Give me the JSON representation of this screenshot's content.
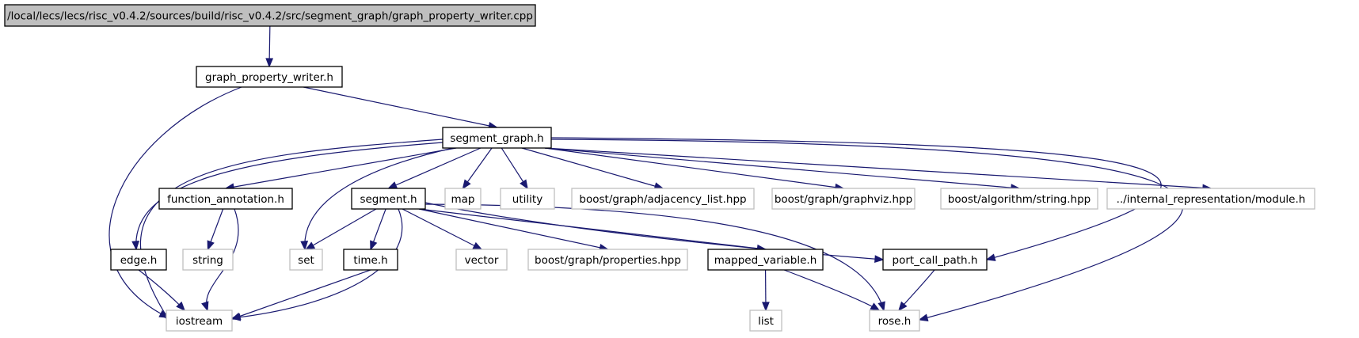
{
  "colors": {
    "edge": "#191970",
    "node_border": "#000000",
    "node_border_external": "#bfbfbf",
    "root_fill": "#bfbfbf",
    "node_fill": "#ffffff"
  },
  "nodes": [
    {
      "id": "root",
      "label": "/local/lecs/lecs/risc_v0.4.2/sources/build/risc_v0.4.2/src/segment_graph/graph_property_writer.cpp",
      "kind": "root"
    },
    {
      "id": "gpw_h",
      "label": "graph_property_writer.h",
      "kind": "file"
    },
    {
      "id": "segment_graph_h",
      "label": "segment_graph.h",
      "kind": "file"
    },
    {
      "id": "function_annotation_h",
      "label": "function_annotation.h",
      "kind": "file"
    },
    {
      "id": "segment_h",
      "label": "segment.h",
      "kind": "file"
    },
    {
      "id": "map",
      "label": "map",
      "kind": "external"
    },
    {
      "id": "utility",
      "label": "utility",
      "kind": "external"
    },
    {
      "id": "adjacency",
      "label": "boost/graph/adjacency_list.hpp",
      "kind": "external"
    },
    {
      "id": "graphviz",
      "label": "boost/graph/graphviz.hpp",
      "kind": "external"
    },
    {
      "id": "string_hpp",
      "label": "boost/algorithm/string.hpp",
      "kind": "external"
    },
    {
      "id": "module_h",
      "label": "../internal_representation/module.h",
      "kind": "external"
    },
    {
      "id": "edge_h",
      "label": "edge.h",
      "kind": "file"
    },
    {
      "id": "string",
      "label": "string",
      "kind": "external"
    },
    {
      "id": "set",
      "label": "set",
      "kind": "external"
    },
    {
      "id": "time_h",
      "label": "time.h",
      "kind": "file"
    },
    {
      "id": "vector",
      "label": "vector",
      "kind": "external"
    },
    {
      "id": "properties",
      "label": "boost/graph/properties.hpp",
      "kind": "external"
    },
    {
      "id": "mapped_variable_h",
      "label": "mapped_variable.h",
      "kind": "file"
    },
    {
      "id": "port_call_path_h",
      "label": "port_call_path.h",
      "kind": "file"
    },
    {
      "id": "iostream",
      "label": "iostream",
      "kind": "external"
    },
    {
      "id": "list",
      "label": "list",
      "kind": "external"
    },
    {
      "id": "rose_h",
      "label": "rose.h",
      "kind": "external"
    }
  ],
  "edges": [
    {
      "from": "root",
      "to": "gpw_h"
    },
    {
      "from": "gpw_h",
      "to": "segment_graph_h"
    },
    {
      "from": "gpw_h",
      "to": "iostream"
    },
    {
      "from": "segment_graph_h",
      "to": "function_annotation_h"
    },
    {
      "from": "segment_graph_h",
      "to": "segment_h"
    },
    {
      "from": "segment_graph_h",
      "to": "map"
    },
    {
      "from": "segment_graph_h",
      "to": "utility"
    },
    {
      "from": "segment_graph_h",
      "to": "adjacency"
    },
    {
      "from": "segment_graph_h",
      "to": "graphviz"
    },
    {
      "from": "segment_graph_h",
      "to": "string_hpp"
    },
    {
      "from": "segment_graph_h",
      "to": "module_h"
    },
    {
      "from": "segment_graph_h",
      "to": "edge_h"
    },
    {
      "from": "segment_graph_h",
      "to": "set"
    },
    {
      "from": "segment_graph_h",
      "to": "iostream"
    },
    {
      "from": "segment_graph_h",
      "to": "port_call_path_h"
    },
    {
      "from": "segment_graph_h",
      "to": "rose_h"
    },
    {
      "from": "function_annotation_h",
      "to": "string"
    },
    {
      "from": "function_annotation_h",
      "to": "iostream"
    },
    {
      "from": "segment_h",
      "to": "set"
    },
    {
      "from": "segment_h",
      "to": "time_h"
    },
    {
      "from": "segment_h",
      "to": "vector"
    },
    {
      "from": "segment_h",
      "to": "properties"
    },
    {
      "from": "segment_h",
      "to": "mapped_variable_h"
    },
    {
      "from": "segment_h",
      "to": "port_call_path_h"
    },
    {
      "from": "segment_h",
      "to": "iostream"
    },
    {
      "from": "segment_h",
      "to": "rose_h"
    },
    {
      "from": "edge_h",
      "to": "iostream"
    },
    {
      "from": "time_h",
      "to": "iostream"
    },
    {
      "from": "mapped_variable_h",
      "to": "list"
    },
    {
      "from": "mapped_variable_h",
      "to": "rose_h"
    },
    {
      "from": "port_call_path_h",
      "to": "rose_h"
    }
  ]
}
